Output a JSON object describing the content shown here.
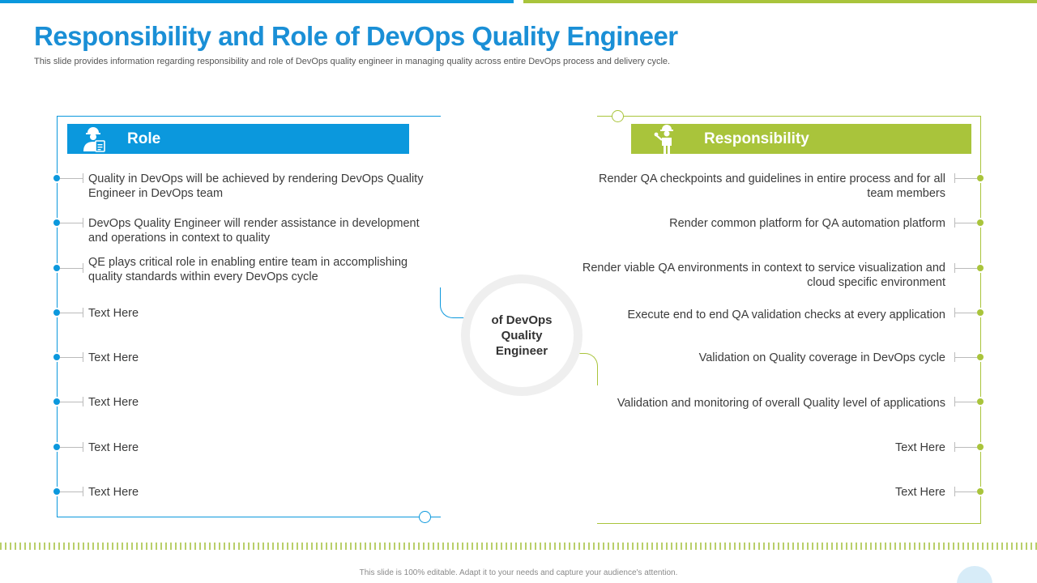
{
  "title": "Responsibility and Role of DevOps Quality Engineer",
  "subtitle": "This slide provides information regarding responsibility and role of DevOps quality engineer in managing quality across entire DevOps process and delivery cycle.",
  "role": {
    "header": "Role",
    "icon": "engineer-with-clipboard-icon",
    "items": [
      "Quality in DevOps will be achieved by rendering DevOps Quality Engineer in DevOps team",
      "DevOps Quality Engineer will render assistance in development and operations in context to quality",
      "QE plays critical role in enabling entire team in accomplishing quality standards within every DevOps cycle",
      "Text Here",
      "Text Here",
      "Text Here",
      "Text Here",
      "Text Here"
    ]
  },
  "responsibility": {
    "header": "Responsibility",
    "icon": "engineer-with-wrench-icon",
    "items": [
      "Render QA checkpoints and guidelines in entire process and for all team members",
      "Render common platform for QA automation platform",
      "Render viable QA environments in context to service visualization and cloud specific environment",
      "Execute end to end QA validation checks at every application",
      "Validation on Quality coverage in DevOps cycle",
      "Validation and monitoring of overall Quality level of applications",
      "Text Here",
      "Text Here"
    ]
  },
  "center": {
    "label": "of DevOps Quality Engineer"
  },
  "footer": {
    "text": "This slide is 100% editable. Adapt it to your needs and capture your audience's attention."
  },
  "colors": {
    "blue": "#0b98dd",
    "green": "#a9c43b",
    "ring": "#efefef"
  }
}
